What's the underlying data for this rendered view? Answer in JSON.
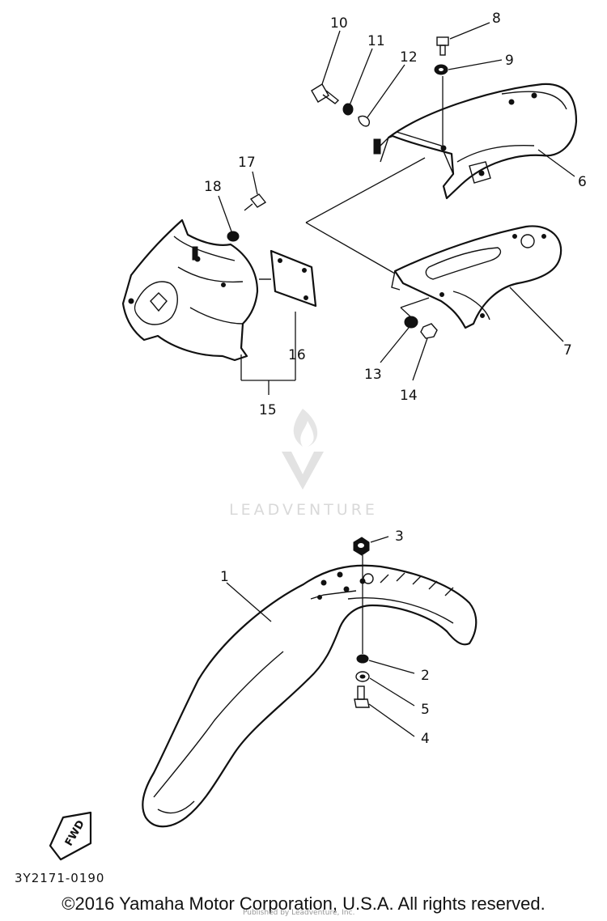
{
  "callouts": [
    "1",
    "2",
    "3",
    "4",
    "5",
    "6",
    "7",
    "8",
    "9",
    "10",
    "11",
    "12",
    "13",
    "14",
    "15",
    "16",
    "17",
    "18"
  ],
  "watermark": "LEADVENTURE",
  "fwd_mark": "FWD",
  "diagram_code": "3Y2171-0190",
  "copyright": "©2016 Yamaha Motor Corporation, U.S.A. All rights reserved.",
  "credit": "Published by Leadventure, Inc."
}
